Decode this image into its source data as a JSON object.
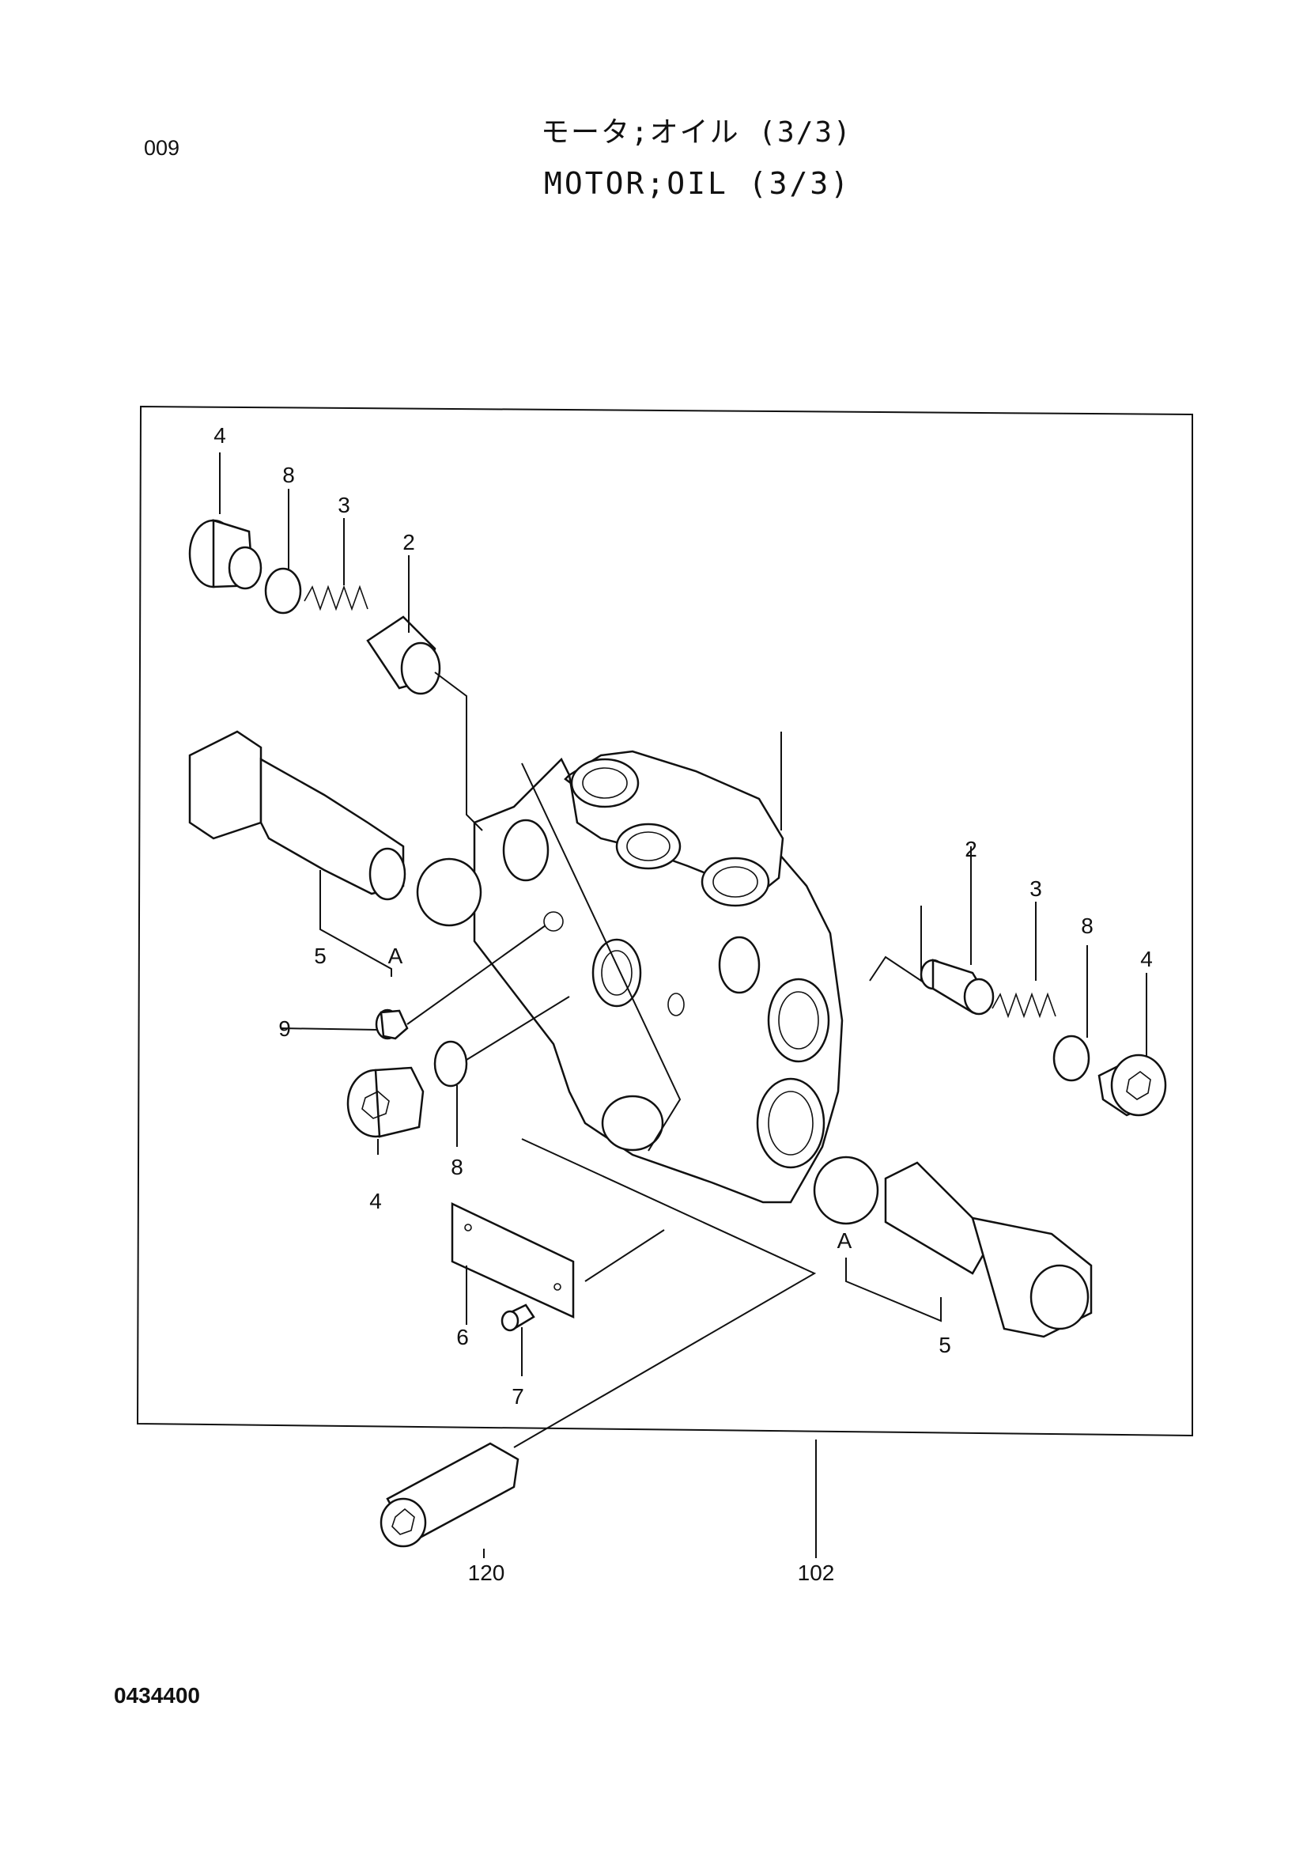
{
  "header": {
    "page_number": "009",
    "title_japanese": "モータ;オイル (3/3)",
    "title_english": "MOTOR;OIL (3/3)"
  },
  "footer": {
    "drawing_number": "0434400"
  },
  "callouts": {
    "c4_top_left": "4",
    "c8_top_left": "8",
    "c3_top_left": "3",
    "c2_top_left": "2",
    "c1_body": "",
    "c5_left": "5",
    "cA_left": "A",
    "c9": "9",
    "c8_mid": "8",
    "c4_mid": "4",
    "c6": "6",
    "c7": "7",
    "c2_right": "2",
    "c3_right": "3",
    "c8_right": "8",
    "c4_right": "4",
    "cA_right": "A",
    "c5_right": "5",
    "c120": "120",
    "c102": "102"
  }
}
